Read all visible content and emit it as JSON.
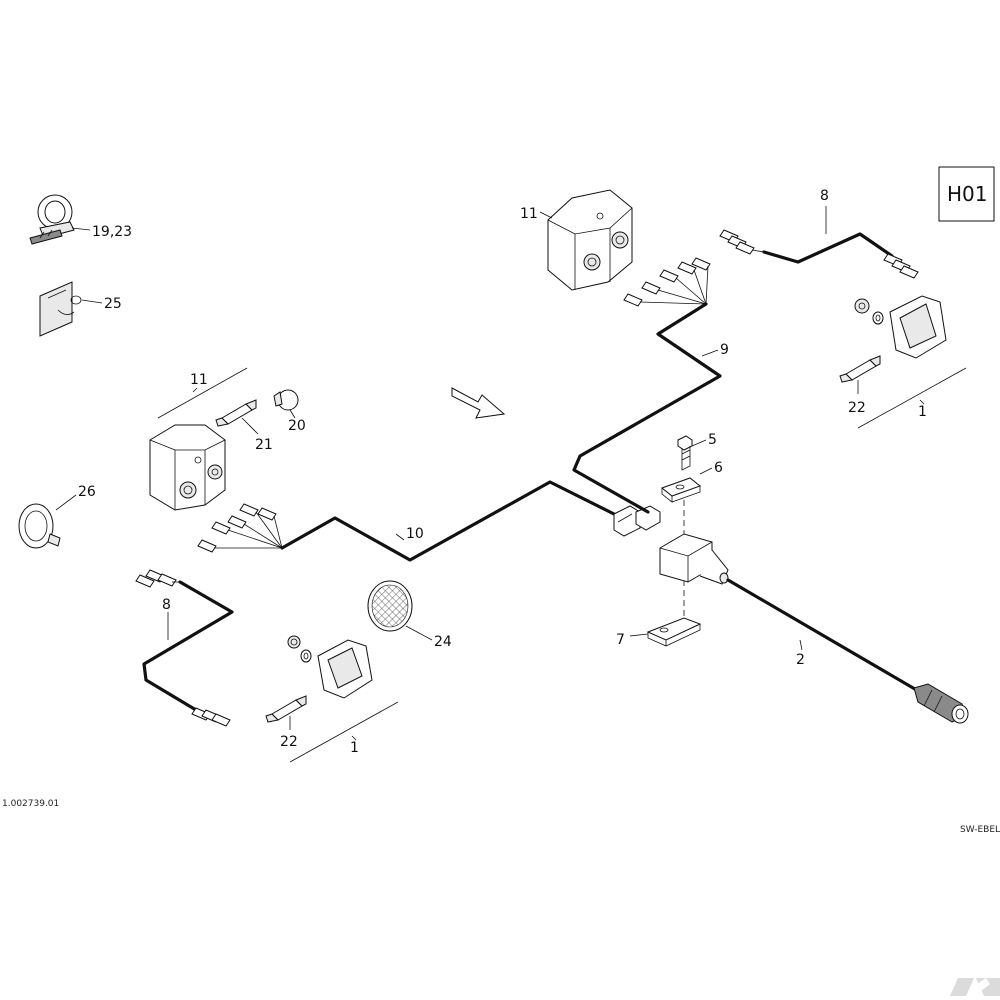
{
  "badge": "H01",
  "drawing_number": "1.002739.01",
  "author_code": "SW-EBEL",
  "callouts": {
    "c_19_23": "19,23",
    "c_25": "25",
    "c_11_left": "11",
    "c_20": "20",
    "c_21": "21",
    "c_26": "26",
    "c_8_left": "8",
    "c_10": "10",
    "c_24": "24",
    "c_22_left": "22",
    "c_1_left": "1",
    "c_11_right": "11",
    "c_8_right": "8",
    "c_9": "9",
    "c_22_right": "22",
    "c_1_right": "1",
    "c_5": "5",
    "c_6": "6",
    "c_7": "7",
    "c_2": "2"
  },
  "icons": {
    "direction_arrow": "arrow-icon",
    "corner_logo": "logo-icon"
  }
}
